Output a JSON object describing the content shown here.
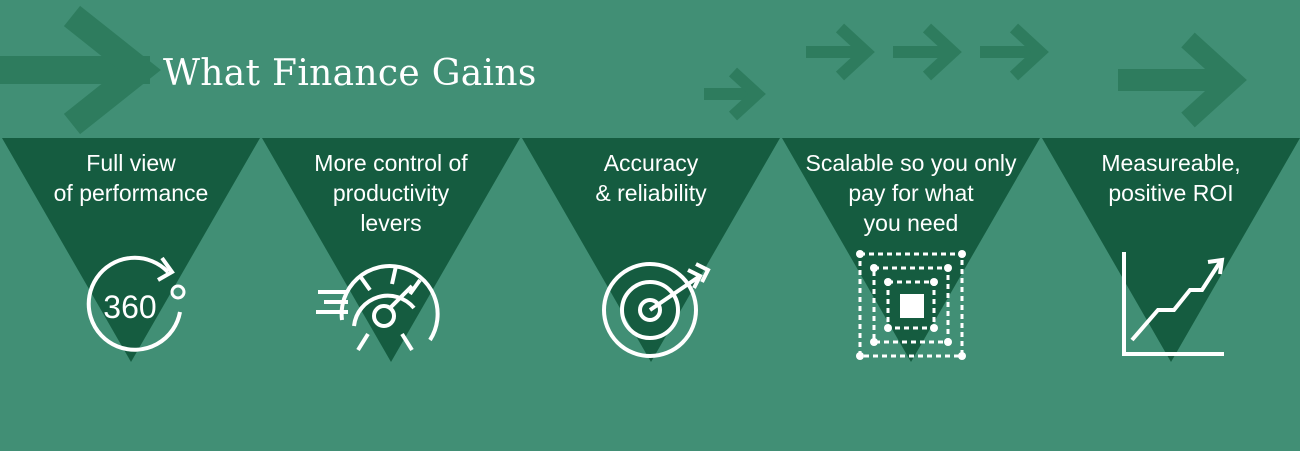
{
  "title": "What Finance Gains",
  "colors": {
    "background": "#418f75",
    "triangle": "#155c40",
    "arrow": "#2e7c5e",
    "icon": "#ffffff"
  },
  "gains": [
    {
      "lines": [
        "Full view",
        "of performance"
      ],
      "icon": "360-degree-icon",
      "icon_text": "360"
    },
    {
      "lines": [
        "More control of",
        "productivity",
        "levers"
      ],
      "icon": "speedometer-gauge-icon"
    },
    {
      "lines": [
        "Accuracy",
        "& reliability"
      ],
      "icon": "target-bullseye-icon"
    },
    {
      "lines": [
        "Scalable so you only",
        "pay for what",
        "you need"
      ],
      "icon": "scalable-square-icon"
    },
    {
      "lines": [
        "Measureable,",
        "positive ROI"
      ],
      "icon": "growth-line-chart-icon"
    }
  ]
}
